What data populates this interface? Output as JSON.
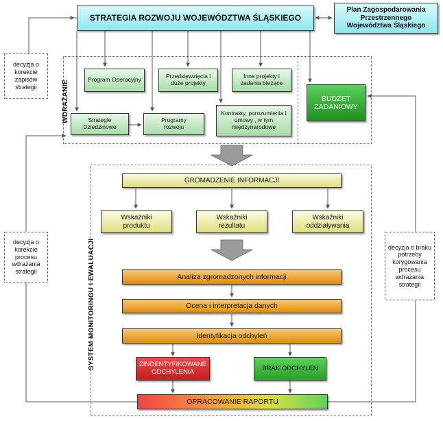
{
  "top": {
    "strategy": "STRATEGIA ROZWOJU WOJEWÓDZTWA ŚLĄSKIEGO",
    "plan": "Plan Zagospodarowania Przestrzennego Województwa Śląskiego"
  },
  "implementation": {
    "label": "WDRAŻANIE",
    "program_op": "Program Operacyjny",
    "projects_large": "Przedsięwzięcia i duże projekty",
    "other_projects": "Inne projekty i zadania bieżące",
    "budget": "BUDŻET ZADANIOWY",
    "domain_strategies": "Strategie Dziedzinowe",
    "dev_programs": "Programy rozwoju",
    "contracts": "Kontrakty, porozumienia i umowy , w tym międzynarodowe"
  },
  "monitoring": {
    "label": "SYSTEM MONITORINGU I EWALUACJI",
    "gathering": "GROMADZENIE INFORMACJI",
    "ind_product": "Wskaźniki produktu",
    "ind_result": "Wskaźniki rezultatu",
    "ind_impact": "Wskaźniki oddziaływania",
    "analysis": "Analiza zgromadzonych informacji",
    "evaluation": "Ocena i interpretacja danych",
    "identification": "Identyfikacja odchyleń",
    "deviations": "ZINDENTYFIKOWANE ODCHYLENIA",
    "no_deviations": "BRAK ODCHYLEŃ",
    "report": "OPRACOWANIE RAPORTU"
  },
  "notes": {
    "correct_records": "decyzja o korekcie zapisów strategii",
    "correct_process": "decyzja o korekcie procesu wdrażania strategii",
    "no_correction": "decyzja o braku potrzeby korygowania procesu wdrażania strategii"
  },
  "colors": {
    "strategy_fill": "#aef0f5",
    "budget_fill": "#2ea02e",
    "deviation_fill": "#d93030",
    "no_deviation_fill": "#2fa62f",
    "arrow": "#555555"
  }
}
